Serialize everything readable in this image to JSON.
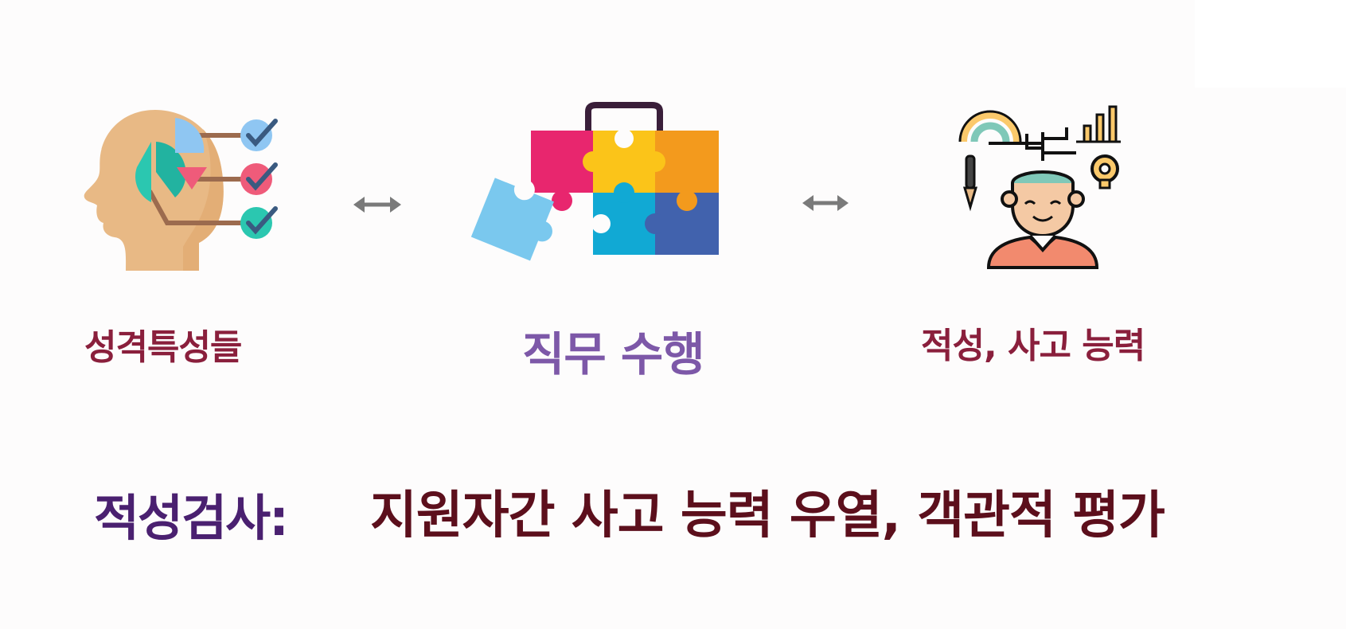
{
  "diagram": {
    "nodes": [
      {
        "id": "personality",
        "label": "성격특성들",
        "icon": "head-chart-checklist-icon",
        "color": "#8a1f3c"
      },
      {
        "id": "job",
        "label": "직무 수행",
        "icon": "puzzle-briefcase-icon",
        "color": "#7d58a8"
      },
      {
        "id": "aptitude",
        "label": "적성, 사고 능력",
        "icon": "thinking-person-icon",
        "color": "#8a1f3c"
      }
    ],
    "connectors": [
      {
        "from": "personality",
        "to": "job",
        "icon": "double-arrow-icon"
      },
      {
        "from": "job",
        "to": "aptitude",
        "icon": "double-arrow-icon"
      }
    ],
    "summary": {
      "title": "적성검사:",
      "description": "지원자간 사고 능력 우열, 객관적 평가",
      "title_color": "#4a2070",
      "description_color": "#5c0f1c"
    }
  }
}
